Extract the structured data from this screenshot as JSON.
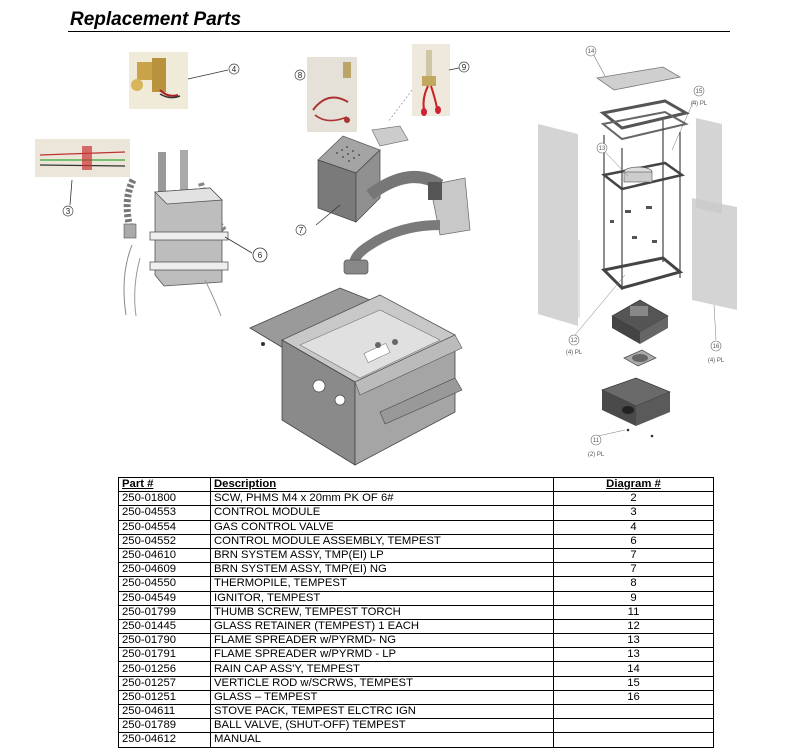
{
  "title": "Replacement Parts",
  "figure": {
    "callouts": [
      "4",
      "8",
      "9",
      "14",
      "15",
      "(4) PL",
      "3",
      "13",
      "7",
      "6",
      "12",
      "(4) PL",
      "16",
      "(4) PL",
      "11",
      "(2) PL"
    ]
  },
  "table": {
    "headers": {
      "part": "Part #",
      "description": "Description",
      "diagram": "Diagram #"
    },
    "rows": [
      {
        "part": "250-01800",
        "description": "SCW, PHMS  M4 x 20mm  PK OF 6#",
        "diagram": "2"
      },
      {
        "part": "250-04553",
        "description": "CONTROL MODULE",
        "diagram": "3"
      },
      {
        "part": "250-04554",
        "description": "GAS CONTROL VALVE",
        "diagram": "4"
      },
      {
        "part": "250-04552",
        "description": "CONTROL MODULE ASSEMBLY, TEMPEST",
        "diagram": "6"
      },
      {
        "part": "250-04610",
        "description": "BRN SYSTEM ASSY, TMP(EI) LP",
        "diagram": "7"
      },
      {
        "part": "250-04609",
        "description": "BRN SYSTEM ASSY, TMP(EI) NG",
        "diagram": "7"
      },
      {
        "part": "250-04550",
        "description": "THERMOPILE, TEMPEST",
        "diagram": "8"
      },
      {
        "part": "250-04549",
        "description": "IGNITOR, TEMPEST",
        "diagram": "9"
      },
      {
        "part": "250-01799",
        "description": "THUMB SCREW, TEMPEST TORCH",
        "diagram": "11"
      },
      {
        "part": "250-01445",
        "description": "GLASS RETAINER (TEMPEST) 1 EACH",
        "diagram": "12"
      },
      {
        "part": "250-01790",
        "description": "FLAME SPREADER w/PYRMD- NG",
        "diagram": "13"
      },
      {
        "part": "250-01791",
        "description": "FLAME SPREADER w/PYRMD - LP",
        "diagram": "13"
      },
      {
        "part": "250-01256",
        "description": "RAIN CAP ASS'Y, TEMPEST",
        "diagram": "14"
      },
      {
        "part": "250-01257",
        "description": "VERTICLE ROD w/SCRWS, TEMPEST",
        "diagram": "15"
      },
      {
        "part": "250-01251",
        "description": "GLASS – TEMPEST",
        "diagram": "16"
      },
      {
        "part": "250-04611",
        "description": "STOVE PACK, TEMPEST ELCTRC IGN",
        "diagram": ""
      },
      {
        "part": "250-01789",
        "description": "BALL VALVE, (SHUT-OFF) TEMPEST",
        "diagram": ""
      },
      {
        "part": "250-04612",
        "description": "MANUAL",
        "diagram": ""
      }
    ]
  }
}
